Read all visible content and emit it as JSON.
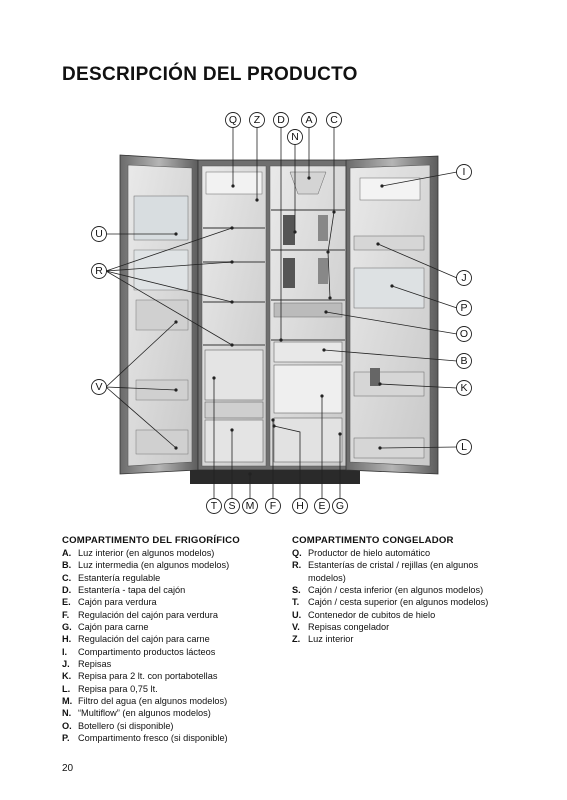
{
  "page": {
    "title": "DESCRIPCIÓN DEL PRODUCTO",
    "page_number": "20"
  },
  "figure": {
    "callouts_top": [
      "Q",
      "Z",
      "D",
      "A",
      "C",
      "N"
    ],
    "callouts_right": [
      "I",
      "J",
      "P",
      "O",
      "B",
      "K",
      "L"
    ],
    "callouts_left": [
      "U",
      "R",
      "V"
    ],
    "callouts_bottom": [
      "T",
      "S",
      "M",
      "F",
      "H",
      "E",
      "G"
    ]
  },
  "fridge": {
    "heading": "COMPARTIMENTO DEL FRIGORÍFICO",
    "items": [
      {
        "key": "A.",
        "text": "Luz interior (en algunos modelos)"
      },
      {
        "key": "B.",
        "text": "Luz intermedia (en algunos modelos)"
      },
      {
        "key": "C.",
        "text": "Estantería regulable"
      },
      {
        "key": "D.",
        "text": "Estantería - tapa del cajón"
      },
      {
        "key": "E.",
        "text": "Cajón para verdura"
      },
      {
        "key": "F.",
        "text": "Regulación del cajón para verdura"
      },
      {
        "key": "G.",
        "text": "Cajón para carne"
      },
      {
        "key": "H.",
        "text": "Regulación del cajón para carne"
      },
      {
        "key": "I.",
        "text": "Compartimento productos lácteos"
      },
      {
        "key": "J.",
        "text": "Repisas"
      },
      {
        "key": "K.",
        "text": "Repisa para 2 lt. con portabotellas"
      },
      {
        "key": "L.",
        "text": "Repisa para 0,75 lt."
      },
      {
        "key": "M.",
        "text": "Filtro del agua (en algunos modelos)"
      },
      {
        "key": "N.",
        "text": "“Multiflow” (en algunos modelos)"
      },
      {
        "key": "O.",
        "text": "Botellero (si disponible)"
      },
      {
        "key": "P.",
        "text": "Compartimento fresco (si disponible)"
      }
    ]
  },
  "freezer": {
    "heading": "COMPARTIMENTO CONGELADOR",
    "items": [
      {
        "key": "Q.",
        "text": "Productor de hielo automático"
      },
      {
        "key": "R.",
        "text": "Estanterías de cristal / rejillas (en algunos modelos)"
      },
      {
        "key": "S.",
        "text": "Cajón / cesta inferior (en algunos modelos)"
      },
      {
        "key": "T.",
        "text": "Cajón / cesta superior (en algunos modelos)"
      },
      {
        "key": "U.",
        "text": "Contenedor de cubitos de hielo"
      },
      {
        "key": "V.",
        "text": "Repisas congelador"
      },
      {
        "key": "Z.",
        "text": "Luz interior"
      }
    ]
  }
}
